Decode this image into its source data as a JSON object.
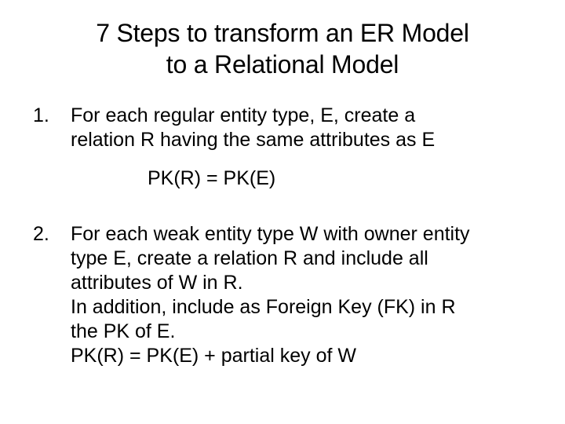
{
  "slide": {
    "background_color": "#ffffff",
    "text_color": "#000000",
    "title": {
      "line1": "7 Steps to transform an ER Model",
      "line2": "to a Relational Model"
    },
    "items": [
      {
        "marker": "1.",
        "lines": [
          {
            "text": "For each regular entity type, E, create a",
            "indented": false,
            "spaced_above": false
          },
          {
            "text": "relation R having the same attributes as E",
            "indented": false,
            "spaced_above": false
          },
          {
            "text": "PK(R) = PK(E)",
            "indented": true,
            "spaced_above": true
          }
        ]
      },
      {
        "marker": "2.",
        "lines": [
          {
            "text": "For each weak entity type W with owner entity",
            "indented": false,
            "spaced_above": false
          },
          {
            "text": "type E, create a relation R and include all",
            "indented": false,
            "spaced_above": false
          },
          {
            "text": "attributes of W in R.",
            "indented": false,
            "spaced_above": false
          },
          {
            "text": "In addition, include as Foreign Key (FK) in R",
            "indented": false,
            "spaced_above": false
          },
          {
            "text": "the PK of E.",
            "indented": false,
            "spaced_above": false
          },
          {
            "text": "PK(R) = PK(E) + partial key of W",
            "indented": false,
            "spaced_above": false
          }
        ]
      }
    ]
  }
}
